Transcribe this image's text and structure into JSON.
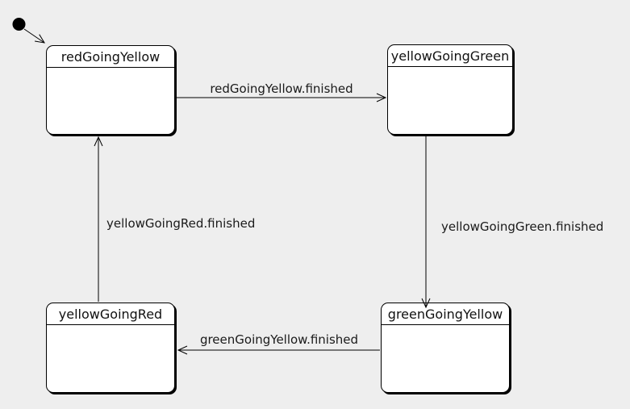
{
  "diagram": {
    "type": "uml-state-machine",
    "background_color": "#eeeeee",
    "state_fill_color": "#ffffff",
    "line_color": "#000000",
    "text_color": "#1a1a1a",
    "initial_state": {
      "symbol": "filled-circle",
      "transition_to": "redGoingYellow"
    },
    "states": [
      {
        "name": "redGoingYellow"
      },
      {
        "name": "yellowGoingGreen"
      },
      {
        "name": "greenGoingYellow"
      },
      {
        "name": "yellowGoingRed"
      }
    ],
    "transitions": [
      {
        "label": "redGoingYellow.finished",
        "from": "redGoingYellow",
        "to": "yellowGoingGreen"
      },
      {
        "label": "yellowGoingGreen.finished",
        "from": "yellowGoingGreen",
        "to": "greenGoingYellow"
      },
      {
        "label": "greenGoingYellow.finished",
        "from": "greenGoingYellow",
        "to": "yellowGoingRed"
      },
      {
        "label": "yellowGoingRed.finished",
        "from": "yellowGoingRed",
        "to": "redGoingYellow"
      }
    ]
  }
}
